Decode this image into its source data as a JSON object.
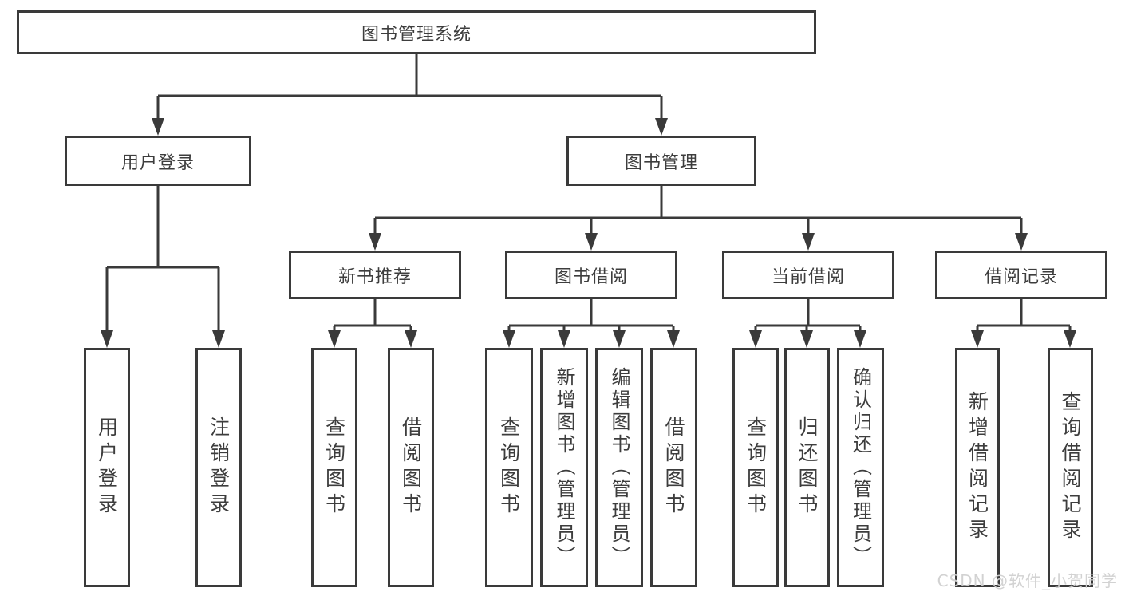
{
  "diagram": {
    "title": "图书管理系统",
    "type": "hierarchy-function-structure",
    "colors": {
      "line": "#3a3a3a",
      "text": "#3d3d3d",
      "box_background": "#ffffff",
      "page_background": "#ffffff",
      "watermark": "#d0d0d0"
    },
    "tree": {
      "label": "图书管理系统",
      "children": [
        {
          "label": "用户登录",
          "children": [
            {
              "label": "用户登录"
            },
            {
              "label": "注销登录"
            }
          ]
        },
        {
          "label": "图书管理",
          "children": [
            {
              "label": "新书推荐",
              "children": [
                {
                  "label": "查询图书"
                },
                {
                  "label": "借阅图书"
                }
              ]
            },
            {
              "label": "图书借阅",
              "children": [
                {
                  "label": "查询图书"
                },
                {
                  "label": "新增图书（管理员）"
                },
                {
                  "label": "编辑图书（管理员）"
                },
                {
                  "label": "借阅图书"
                }
              ]
            },
            {
              "label": "当前借阅",
              "children": [
                {
                  "label": "查询图书"
                },
                {
                  "label": "归还图书"
                },
                {
                  "label": "确认归还（管理员）"
                }
              ]
            },
            {
              "label": "借阅记录",
              "children": [
                {
                  "label": "新增借阅记录"
                },
                {
                  "label": "查询借阅记录"
                }
              ]
            }
          ]
        }
      ]
    },
    "watermark": "CSDN @软件_小贺同学"
  }
}
